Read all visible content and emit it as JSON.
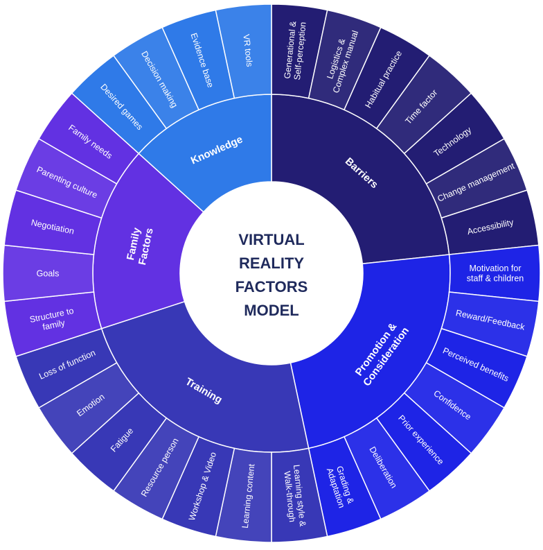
{
  "title_lines": [
    "VIRTUAL",
    "REALITY",
    "FACTORS",
    "MODEL"
  ],
  "chart_data": {
    "type": "sunburst",
    "categories": [
      {
        "name": "Barriers",
        "color": "#231d73",
        "items": [
          "Generational & Self-perception",
          "Logistics & Complex manual",
          "Habitual practice",
          "Time factor",
          "Technology",
          "Change management",
          "Accessibility"
        ]
      },
      {
        "name": "Promotion & Consideration",
        "color": "#1e24e6",
        "items": [
          "Motivation for staff & children",
          "Reward/Feedback",
          "Perceived benefits",
          "Confidence",
          "Prior experience",
          "Deliberation",
          "Grading & Adaptation"
        ]
      },
      {
        "name": "Training",
        "color": "#3838b6",
        "items": [
          "Learning style & Walk-through",
          "Learning content",
          "Workshop & Video",
          "Resource person",
          "Fatigue",
          "Emotion",
          "Loss of function"
        ]
      },
      {
        "name": "Family Factors",
        "color": "#6231e2",
        "items": [
          "Structure to family",
          "Goals",
          "Negotiation",
          "Parenting culture",
          "Family needs"
        ]
      },
      {
        "name": "Knowledge",
        "color": "#2f7ae8",
        "items": [
          "Desired games",
          "Decision making",
          "Evidence base",
          "VR tools"
        ]
      }
    ]
  }
}
